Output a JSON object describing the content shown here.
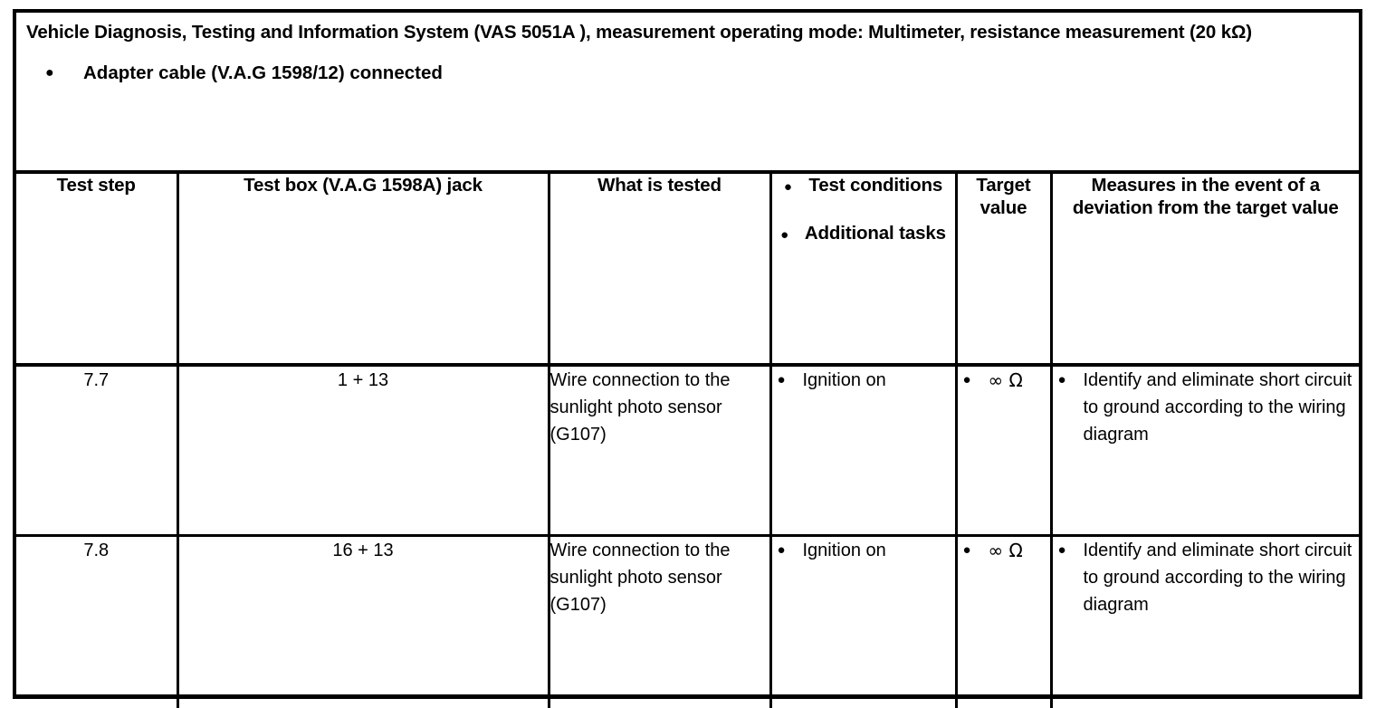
{
  "document": {
    "caption": {
      "title": "Vehicle Diagnosis, Testing and Information System (VAS 5051A ), measurement operating mode: Multimeter, resistance measurement (20 kΩ)",
      "bullets": [
        "Adapter cable (V.A.G 1598/12) connected"
      ]
    },
    "table": {
      "headers": {
        "test_step": "Test step",
        "test_box_jack": "Test box (V.A.G 1598A) jack",
        "what_is_tested": "What is tested",
        "conditions_bullets": [
          "Test conditions",
          "Additional tasks"
        ],
        "target_value": "Target value",
        "measures": "Measures in the event of a deviation from the target value"
      },
      "rows": [
        {
          "test_step": "7.7",
          "test_box_jack": "1 + 13",
          "what_is_tested": "Wire connection to the sunlight photo sensor (G107)",
          "test_conditions": [
            "Ignition on"
          ],
          "target_value": [
            "∞ Ω"
          ],
          "measures": [
            "Identify and eliminate short circuit to ground according to the wiring diagram"
          ]
        },
        {
          "test_step": "7.8",
          "test_box_jack": "16 + 13",
          "what_is_tested": "Wire connection to the sunlight photo sensor (G107)",
          "test_conditions": [
            "Ignition on"
          ],
          "target_value": [
            "∞ Ω"
          ],
          "measures": [
            "Identify and eliminate short circuit to ground according to the wiring diagram"
          ]
        }
      ]
    },
    "glyphs": {
      "bullet": "●"
    },
    "colors": {
      "text": "#000000",
      "rule": "#000000",
      "background": "#ffffff"
    }
  }
}
